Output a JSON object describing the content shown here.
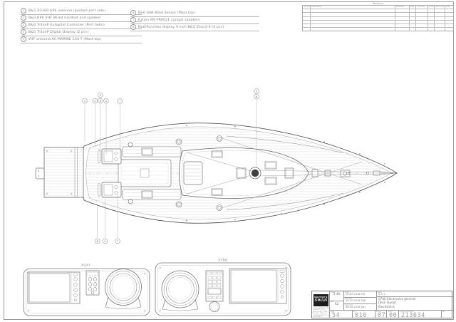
{
  "legend": {
    "col1": [
      {
        "n": "1",
        "text": "B&G ZG100 GPS antenna (pushpit port side)"
      },
      {
        "n": "2",
        "text": "B&G H90 VHF Wired handset and speaker"
      },
      {
        "n": "3",
        "text": "B&G TritonP Autopilot Controller (Port helm)"
      },
      {
        "n": "4",
        "text": "B&G TritonP Digital Display (2 pcs)"
      },
      {
        "n": "5",
        "text": "VHF antenna AC-MARINE CX4-T (Mast top)"
      }
    ],
    "col2": [
      {
        "n": "6",
        "text": "B&G 608 Wind Sensor (Mast top)"
      },
      {
        "n": "7",
        "text": "Fusion MS-FR6021 cockpit speakers"
      },
      {
        "n": "8",
        "text": "MultiFunction display 9 inch B&G Zeus3-9 (2 pcs)"
      }
    ]
  },
  "revisions": {
    "title": "Revisions",
    "headers": [
      "Symbol",
      "Description",
      "Changed",
      "Date",
      "Checked",
      "Date",
      "Approved",
      "Date"
    ]
  },
  "plan": {
    "callouts": {
      "c1": "1",
      "c2": "2",
      "c3": "3",
      "c8a": "8",
      "c4a": "4",
      "c7a": "7",
      "c5": "5",
      "c6": "6",
      "c8b": "8",
      "c4b": "4",
      "c7b": "7"
    }
  },
  "details": {
    "port_label": "PORT",
    "stbd_label": "STBD"
  },
  "titleblock": {
    "brand_top": "NAUTOR'S",
    "brand_bottom": "SWAN",
    "notice": "THIS DRAWING IS THE PROPERTY OF OY NAUTOR AB. IT MUST NOT BE COPIED OR COMMUNICATED TO A THIRD PARTY WITHOUT PERMISSION.",
    "scale_label": "Scale",
    "scale_value": "1:40",
    "size_label": "Size",
    "size_value": "A2",
    "dates": [
      {
        "label": "Drawn",
        "value": "20.02.2018  OTr"
      },
      {
        "label": "Checked",
        "value": "28.02.2018  TaB"
      },
      {
        "label": "Approved",
        "value": "28.02.2018  JAH"
      }
    ],
    "dept_label": "Dept",
    "dept_value": "S & Y",
    "title_line1": "0700 Electronics general",
    "title_line2": "Deck layout",
    "title_line3": "Electronics",
    "codes": [
      {
        "label": "Type",
        "value": "54"
      },
      {
        "label": "No",
        "value": "010"
      },
      {
        "label": "Group",
        "value": "07"
      },
      {
        "label": "Index",
        "value": "00"
      }
    ],
    "drawing_no_label": "Drawing Number",
    "drawing_no": "213634",
    "rev_label": "Rev"
  }
}
